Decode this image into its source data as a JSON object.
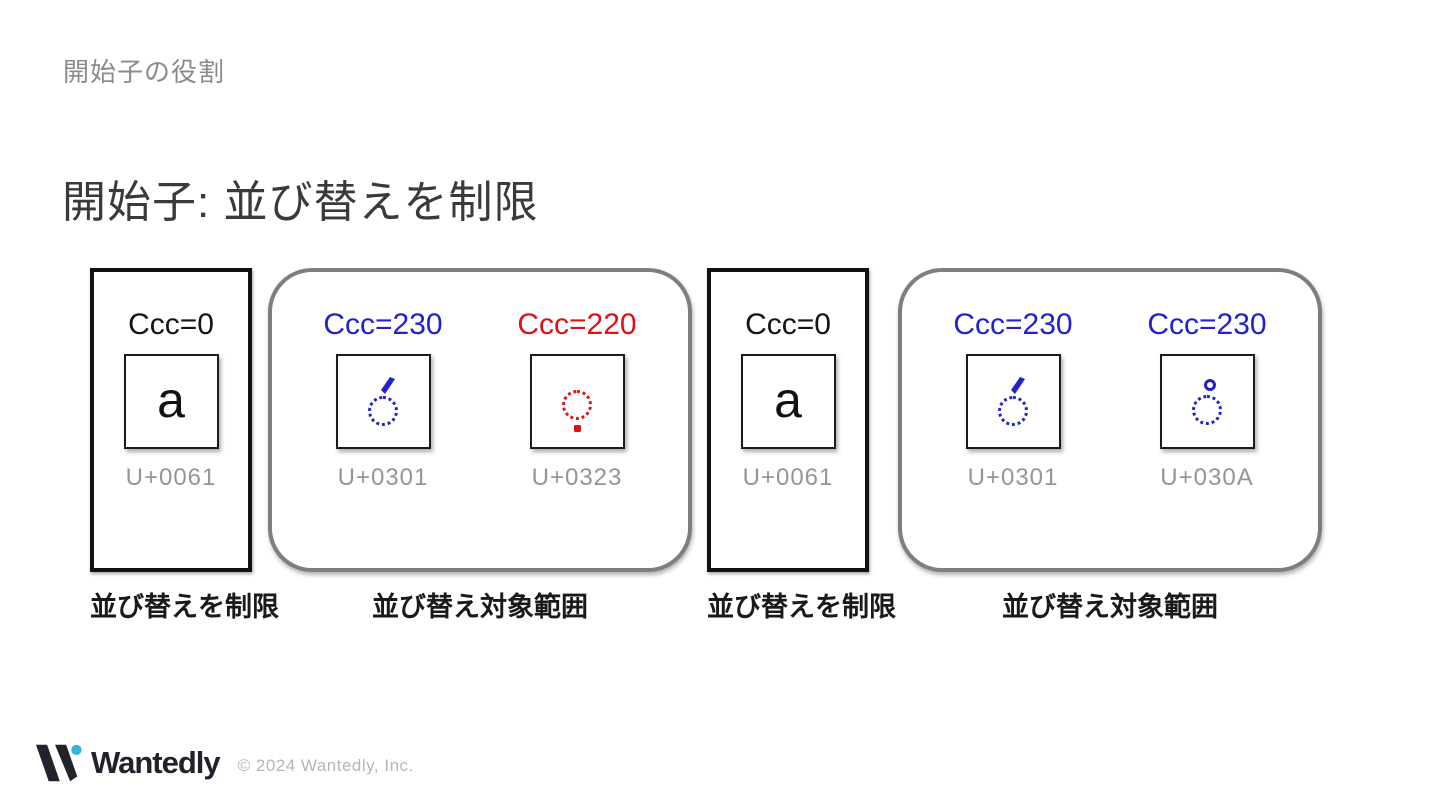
{
  "slide": {
    "eyebrow": "開始子の役割",
    "title": "開始子: 並び替えを制限"
  },
  "colors": {
    "blue": "#2121CE",
    "red": "#DE1212",
    "starter_border": "#121212",
    "range_border": "#7E7E7E",
    "ccc_black": "#141414",
    "code_gray": "#959595",
    "caption_text": "#1A1A1A",
    "title_text": "#3A3A3A",
    "eyebrow": "#8B8B8B",
    "brand_text": "#22222C",
    "brand_dot": "#30B6DB",
    "copyright_gray": "#B6B6B6"
  },
  "icons": {
    "dotted-circle": "◌ (U+25CC placeholder circle)",
    "combining-acute": "´ acute accent above",
    "combining-dot-below": "̣ dot below",
    "combining-ring-above": "˚ ring above",
    "wantedly-logo": "W mark with cyan dot"
  },
  "groups": [
    {
      "type": "starter",
      "caption": "並び替えを制限",
      "cells": [
        {
          "ccc": "Ccc=0",
          "glyph": "a",
          "codepoint": "U+0061"
        }
      ]
    },
    {
      "type": "reorder-range",
      "caption": "並び替え対象範囲",
      "cells": [
        {
          "ccc": "Ccc=230",
          "mark": "combining-acute",
          "codepoint": "U+0301"
        },
        {
          "ccc": "Ccc=220",
          "mark": "combining-dot-below",
          "codepoint": "U+0323"
        }
      ]
    },
    {
      "type": "starter",
      "caption": "並び替えを制限",
      "cells": [
        {
          "ccc": "Ccc=0",
          "glyph": "a",
          "codepoint": "U+0061"
        }
      ]
    },
    {
      "type": "reorder-range",
      "caption": "並び替え対象範囲",
      "cells": [
        {
          "ccc": "Ccc=230",
          "mark": "combining-acute",
          "codepoint": "U+0301"
        },
        {
          "ccc": "Ccc=230",
          "mark": "combining-ring-above",
          "codepoint": "U+030A"
        }
      ]
    }
  ],
  "footer": {
    "brand": "Wantedly",
    "copyright": "© 2024 Wantedly, Inc."
  }
}
